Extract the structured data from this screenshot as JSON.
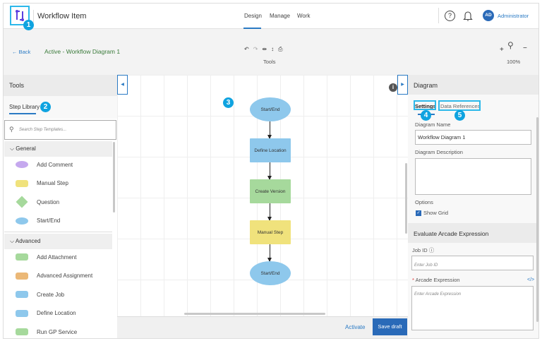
{
  "header": {
    "app_title": "Workflow Item",
    "nav": [
      "Design",
      "Manage",
      "Work"
    ],
    "active_nav": "Design",
    "avatar_initials": "AD",
    "user_name": "Administrator",
    "icons": [
      "workflow-logo-icon",
      "help-icon",
      "bell-icon"
    ]
  },
  "toolbar": {
    "back_label": "Back",
    "diagram_title": "Active - Workflow Diagram 1",
    "tools_label": "Tools",
    "zoom_level": "100%",
    "zoom_in": "+",
    "zoom_out": "−"
  },
  "left_panel": {
    "title": "Tools",
    "tab": "Step Library",
    "search_placeholder": "Search Step Templates...",
    "groups": [
      {
        "name": "General",
        "items": [
          {
            "label": "Add Comment",
            "shape": "ellipse",
            "color": "#c5a8ee"
          },
          {
            "label": "Manual Step",
            "shape": "rect",
            "color": "#f0e27c"
          },
          {
            "label": "Question",
            "shape": "diamond",
            "color": "#a6d99c"
          },
          {
            "label": "Start/End",
            "shape": "ellipse",
            "color": "#8ec8ec"
          }
        ]
      },
      {
        "name": "Advanced",
        "items": [
          {
            "label": "Add Attachment",
            "shape": "rect",
            "color": "#a6d99c"
          },
          {
            "label": "Advanced Assignment",
            "shape": "rect",
            "color": "#ebb877"
          },
          {
            "label": "Create Job",
            "shape": "rect",
            "color": "#8ec8ec"
          },
          {
            "label": "Define Location",
            "shape": "rect",
            "color": "#8ec8ec"
          },
          {
            "label": "Run GP Service",
            "shape": "rect",
            "color": "#a6d99c"
          }
        ]
      }
    ]
  },
  "canvas": {
    "nodes": [
      {
        "label": "Start/End",
        "color": "#8ec8ec"
      },
      {
        "label": "Define Location",
        "color": "#8ec8ec"
      },
      {
        "label": "Create Version",
        "color": "#a6d99c"
      },
      {
        "label": "Manual Step",
        "color": "#f0e27c"
      },
      {
        "label": "Start/End",
        "color": "#8ec8ec"
      }
    ]
  },
  "footer": {
    "activate_label": "Activate",
    "save_label": "Save draft"
  },
  "right_panel": {
    "title": "Diagram",
    "tabs": [
      "Settings",
      "Data References"
    ],
    "active_tab": "Settings",
    "diagram_name_label": "Diagram Name",
    "diagram_name_value": "Workflow Diagram 1",
    "description_label": "Diagram Description",
    "description_value": "",
    "options_label": "Options",
    "show_grid_label": "Show Grid",
    "show_grid_checked": true,
    "arcade": {
      "title": "Evaluate Arcade Expression",
      "job_id_label": "Job ID",
      "job_id_placeholder": "Enter Job ID",
      "expression_label": "Arcade Expression",
      "required_mark": "*",
      "expression_placeholder": "Enter Arcade Expression"
    }
  },
  "annotations": [
    "1",
    "2",
    "3",
    "4",
    "5"
  ],
  "colors": {
    "accent": "#2a7ac4",
    "annotation": "#0fa3e0",
    "active_title": "#3a7a3a"
  }
}
